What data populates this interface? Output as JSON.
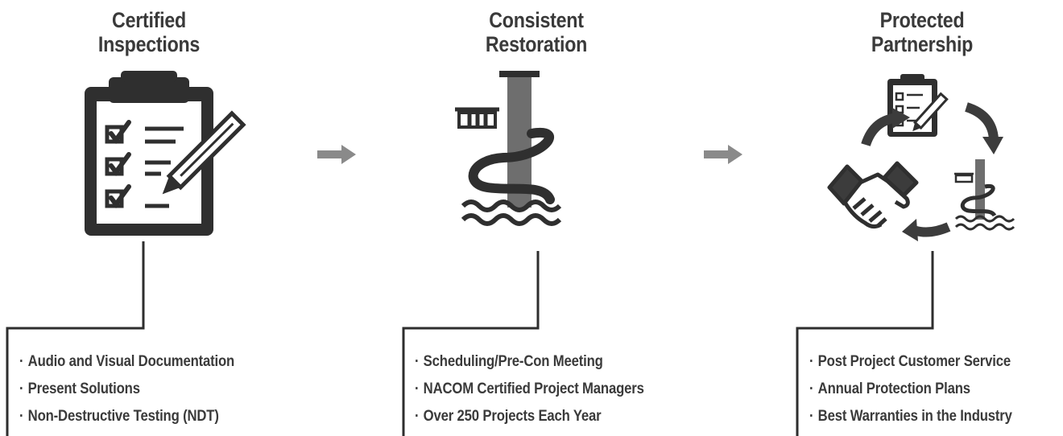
{
  "columns": [
    {
      "title_line1": "Certified",
      "title_line2": "Inspections",
      "icon": "clipboard-checklist-icon",
      "bullets": [
        "Audio and Visual Documentation",
        "Present Solutions",
        "Non-Destructive Testing (NDT)"
      ]
    },
    {
      "title_line1": "Consistent",
      "title_line2": "Restoration",
      "icon": "pile-restoration-icon",
      "bullets": [
        "Scheduling/Pre-Con Meeting",
        "NACOM Certified Project Managers",
        "Over 250 Projects Each Year"
      ]
    },
    {
      "title_line1": "Protected",
      "title_line2": "Partnership",
      "icon": "partnership-cycle-icon",
      "bullets": [
        "Post Project Customer Service",
        "Annual Protection Plans",
        "Best Warranties in the Industry"
      ]
    }
  ],
  "colors": {
    "dark": "#333333",
    "arrow": "#8a8a8a",
    "pile": "#6e6e6e",
    "connector": "#2e2e2e"
  }
}
